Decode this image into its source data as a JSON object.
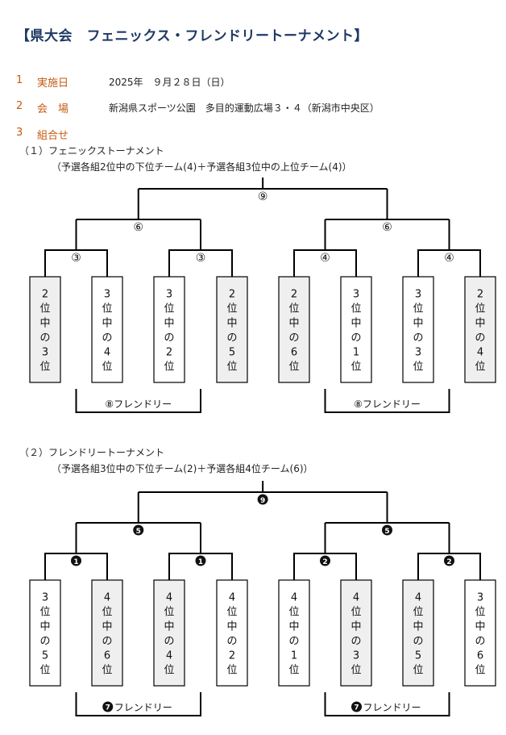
{
  "title": "【県大会　フェニックス・フレンドリートーナメント】",
  "info": [
    {
      "num": "1",
      "label": "実施日",
      "value": "2025年　９月２８日（日）"
    },
    {
      "num": "2",
      "label": "会　場",
      "value": "新潟県スポーツ公園　多目的運動広場３・４（新潟市中央区）"
    },
    {
      "num": "3",
      "label": "組合せ",
      "value": ""
    }
  ],
  "section1": {
    "title": "（１）フェニックストーナメント",
    "subtitle": "（予選各組2位中の下位チーム(4)＋予選各組3位中の上位チーム(4)）",
    "final": "⑨",
    "semis": [
      "⑥",
      "⑥"
    ],
    "qf": [
      "③",
      "③",
      "④",
      "④"
    ],
    "teams": [
      "2位中の3位",
      "3位中の4位",
      "3位中の2位",
      "2位中の5位",
      "2位中の6位",
      "3位中の1位",
      "3位中の3位",
      "2位中の4位"
    ],
    "shaded": [
      true,
      false,
      false,
      true,
      true,
      false,
      false,
      true
    ],
    "friendly": [
      "⑧フレンドリー",
      "⑧フレンドリー"
    ]
  },
  "section2": {
    "title": "（２）フレンドリートーナメント",
    "subtitle": "（予選各組3位中の下位チーム(2)＋予選各組4位チーム(6)）",
    "final": "9",
    "semis": [
      "5",
      "5"
    ],
    "qf": [
      "1",
      "1",
      "2",
      "2"
    ],
    "teams": [
      "3位中の5位",
      "4位中の6位",
      "4位中の4位",
      "4位中の2位",
      "4位中の1位",
      "4位中の3位",
      "4位中の5位",
      "3位中の6位"
    ],
    "shaded": [
      false,
      true,
      true,
      false,
      false,
      true,
      true,
      false
    ],
    "friendly_num": "7",
    "friendly_label": "フレンドリー"
  },
  "colors": {
    "title": "#1f3864",
    "accent": "#c55a11",
    "shade": "#efefef",
    "line": "#000000"
  }
}
